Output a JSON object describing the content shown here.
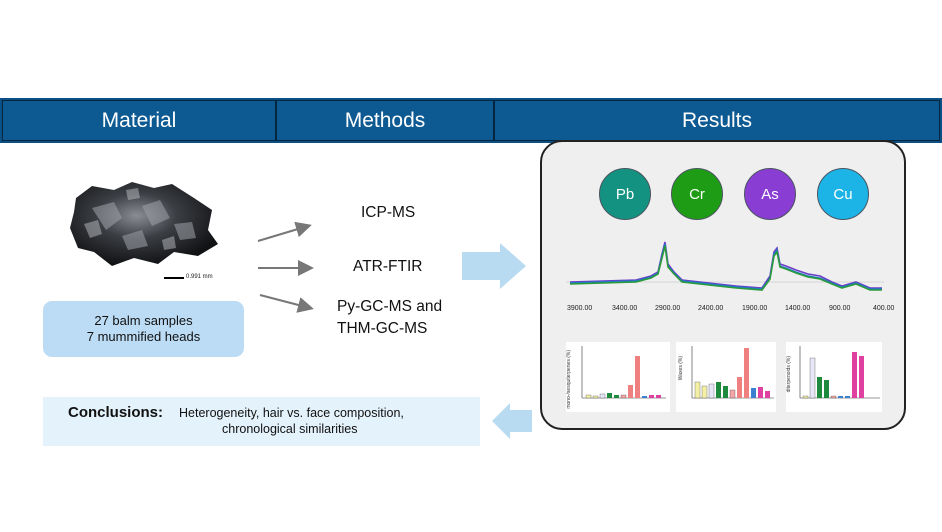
{
  "header": {
    "material": "Material",
    "methods": "Methods",
    "results": "Results"
  },
  "material": {
    "scale_label": "0.991 mm",
    "samples_line1": "27 balm samples",
    "samples_line2": "7 mummified heads"
  },
  "methods": {
    "m1": "ICP-MS",
    "m2": "ATR-FTIR",
    "m3_line1": "Py-GC-MS and",
    "m3_line2": "THM-GC-MS"
  },
  "results": {
    "elements": [
      {
        "symbol": "Pb",
        "color": "#149281"
      },
      {
        "symbol": "Cr",
        "color": "#1f9c16"
      },
      {
        "symbol": "As",
        "color": "#8a3dd3"
      },
      {
        "symbol": "Cu",
        "color": "#1cb4e6"
      }
    ],
    "ftir_ticks": [
      "3900.00",
      "3400.00",
      "2900.00",
      "2400.00",
      "1900.00",
      "1400.00",
      "900.00",
      "400.00"
    ],
    "mini_chart_ylabels": [
      "mono-/sesquiterpenes (%)",
      "Waxes (%)",
      "diterpenoids (%)"
    ]
  },
  "conclusions": {
    "label": "Conclusions:",
    "line1": "Heterogeneity, hair vs. face composition,",
    "line2": "chronological similarities"
  },
  "colors": {
    "header": "#0a4f86",
    "arrow_light": "#b9dbf2"
  }
}
